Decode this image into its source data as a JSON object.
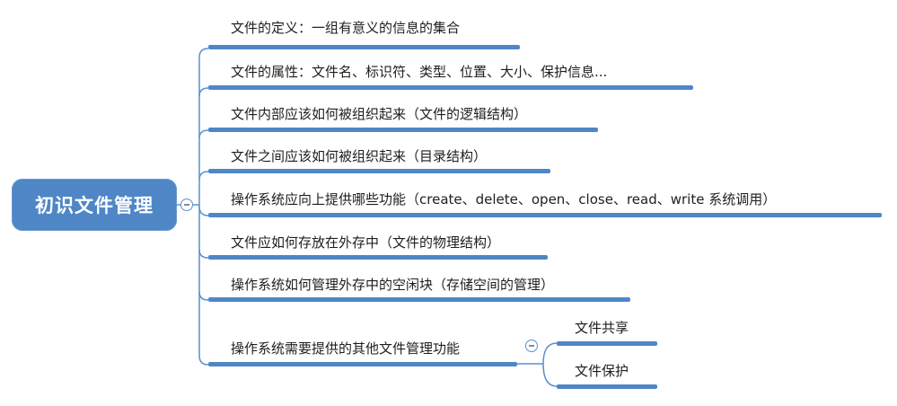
{
  "root": {
    "label": "初识文件管理"
  },
  "branches": [
    {
      "label": "文件的定义：一组有意义的信息的集合"
    },
    {
      "label": "文件的属性：文件名、标识符、类型、位置、大小、保护信息..."
    },
    {
      "label": "文件内部应该如何被组织起来（文件的逻辑结构）"
    },
    {
      "label": "文件之间应该如何被组织起来（目录结构）"
    },
    {
      "label": "操作系统应向上提供哪些功能（create、delete、open、close、read、write 系统调用）"
    },
    {
      "label": "文件应如何存放在外存中（文件的物理结构）"
    },
    {
      "label": "操作系统如何管理外存中的空闲块（存储空间的管理）"
    },
    {
      "label": "操作系统需要提供的其他文件管理功能",
      "children": [
        {
          "label": "文件共享"
        },
        {
          "label": "文件保护"
        }
      ]
    }
  ],
  "colors": {
    "accent": "#4f86c6",
    "line": "#5b8fcf",
    "text": "#1e1e1e"
  },
  "icons": {
    "collapse": "minus-circle-icon"
  }
}
